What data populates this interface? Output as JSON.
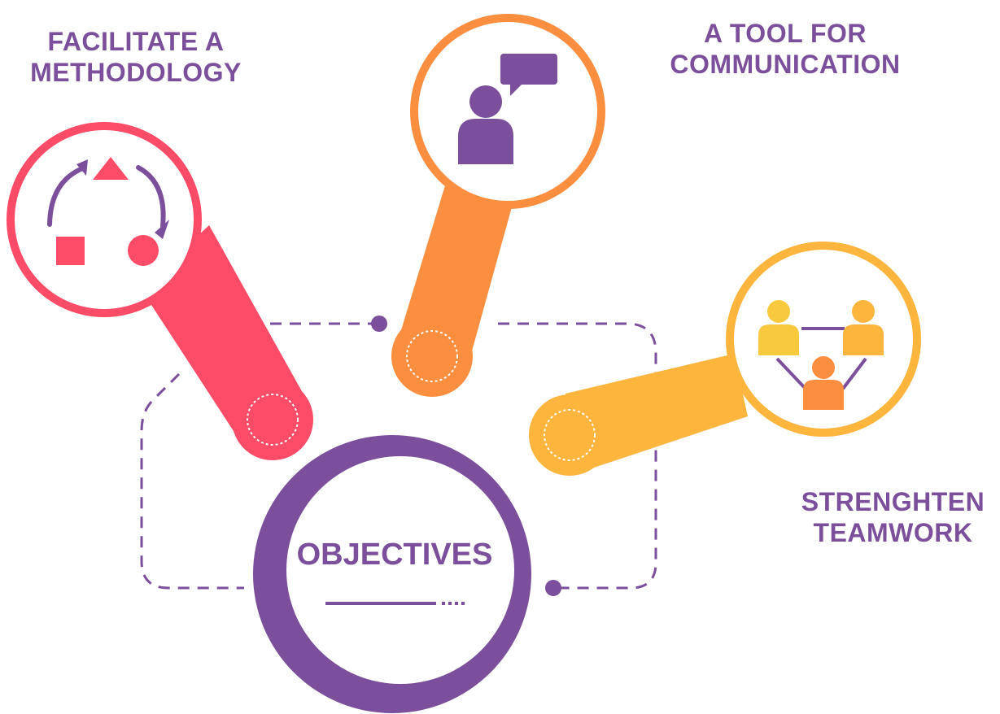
{
  "colors": {
    "purple": "#7b4f9b",
    "red": "#fc4c68",
    "orange": "#fc8e3f",
    "yellow": "#fdb53d",
    "yellow_icon": "#f9c93d",
    "dashed": "#7b4f9b"
  },
  "center": {
    "title": "OBJECTIVES"
  },
  "items": [
    {
      "line1": "FACILITATE A",
      "line2": "METHODOLOGY",
      "color": "#fc4c68",
      "icon": "cycle-shapes-icon"
    },
    {
      "line1": "A TOOL FOR",
      "line2": "COMMUNICATION",
      "color": "#fc8e3f",
      "icon": "person-speech-icon"
    },
    {
      "line1": "STRENGHTEN",
      "line2": "TEAMWORK",
      "color": "#fdb53d",
      "icon": "team-network-icon"
    }
  ]
}
